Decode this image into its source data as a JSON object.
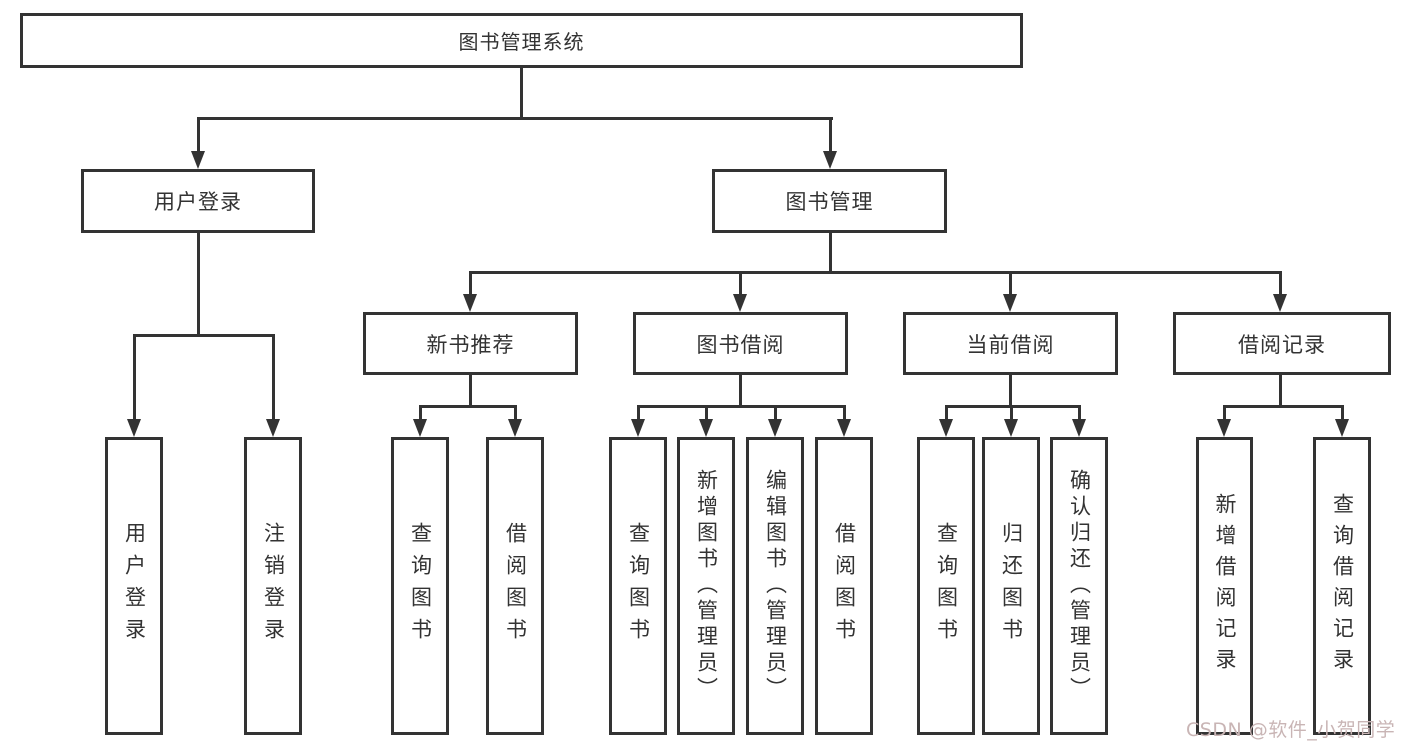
{
  "diagram": {
    "title": "图书管理系统",
    "level2": [
      {
        "label": "用户登录"
      },
      {
        "label": "图书管理"
      }
    ],
    "level3": [
      {
        "label": "新书推荐"
      },
      {
        "label": "图书借阅"
      },
      {
        "label": "当前借阅"
      },
      {
        "label": "借阅记录"
      }
    ],
    "leaves": {
      "user_login": [
        "用户登录",
        "注销登录"
      ],
      "new_book": [
        "查询图书",
        "借阅图书"
      ],
      "borrow": [
        "查询图书",
        "新增图书（管理员）",
        "编辑图书（管理员）",
        "借阅图书"
      ],
      "current": [
        "查询图书",
        "归还图书",
        "确认归还（管理员）"
      ],
      "records": [
        "新增借阅记录",
        "查询借阅记录"
      ]
    }
  },
  "watermark": {
    "text": "CSDN @软件_小贺同学",
    "color": "#c9b5b5"
  },
  "colors": {
    "line": "#333333",
    "box_background": "#ffffff",
    "text": "#333333"
  }
}
